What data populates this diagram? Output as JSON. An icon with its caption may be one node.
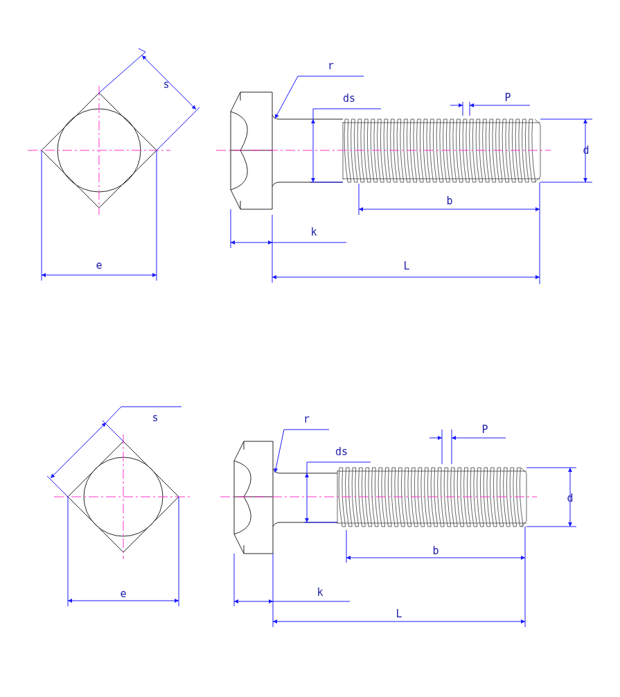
{
  "diagram": {
    "nodes": [
      {
        "text": [
          "r"
        ]
      },
      {
        "text": [
          "r"
        ]
      }
    ],
    "edges": [
      {
        "from": 0,
        "to": null,
        "arrow": "to"
      },
      {
        "from": 1,
        "to": null,
        "arrow": "to"
      }
    ],
    "labels": [
      "s",
      "ds",
      "P",
      "d",
      "b",
      "k",
      "e",
      "L",
      "s",
      "ds",
      "P",
      "d",
      "b",
      "k",
      "e",
      "L"
    ]
  }
}
